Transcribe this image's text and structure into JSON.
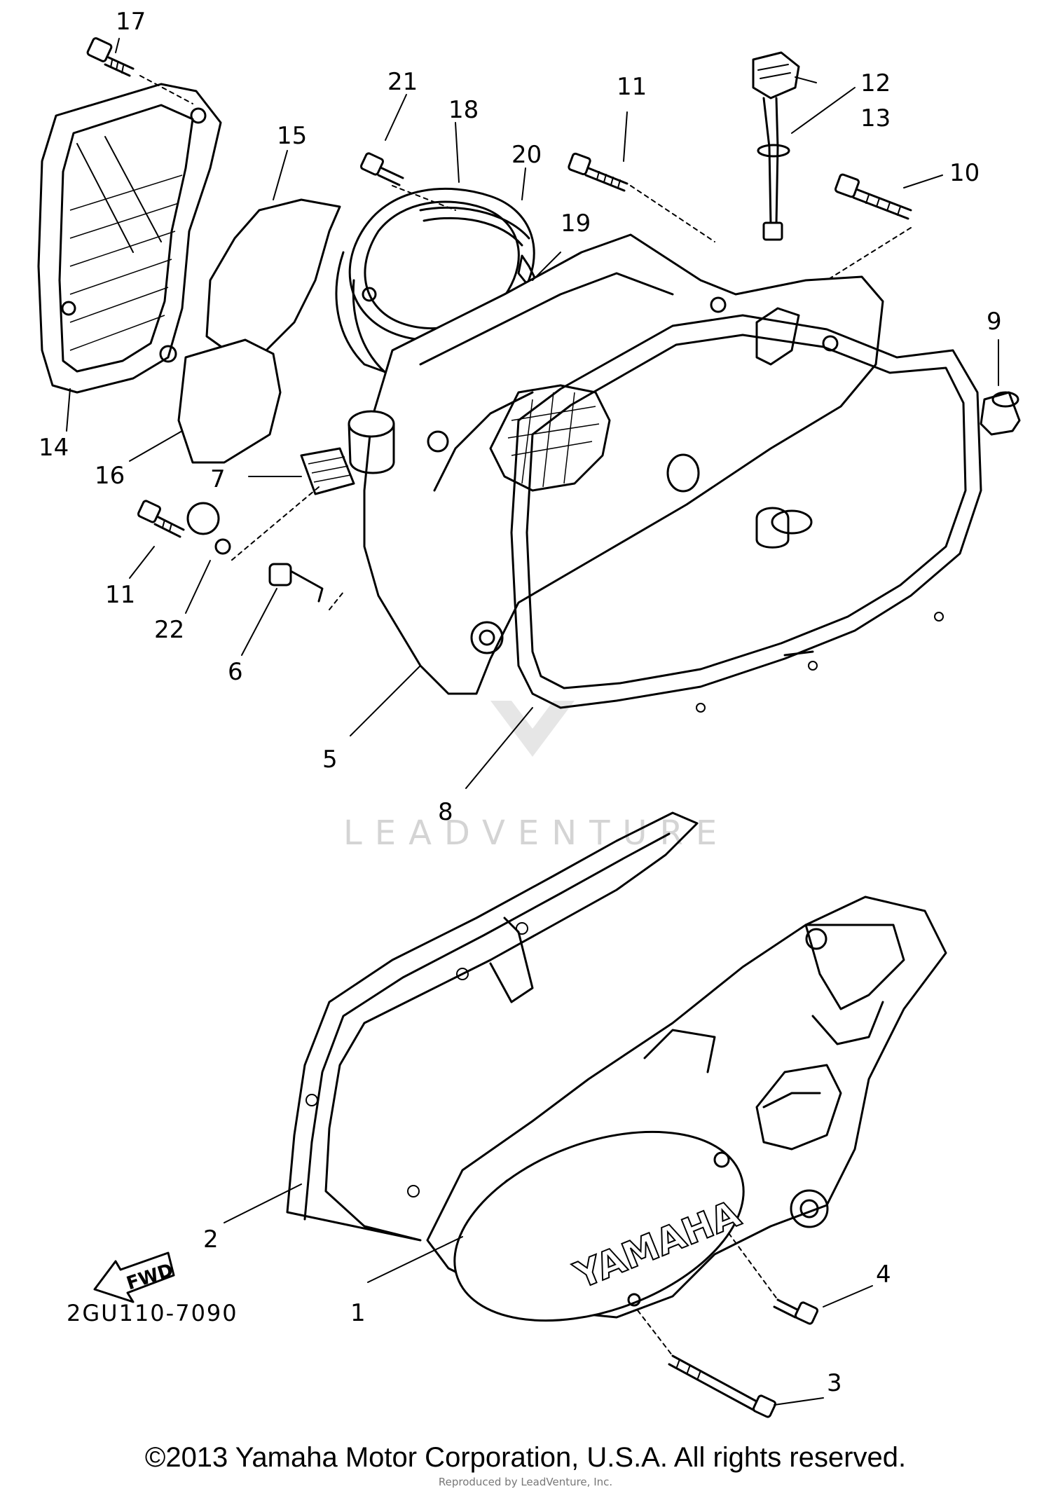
{
  "diagram": {
    "part_labels": [
      "1",
      "2",
      "3",
      "4",
      "5",
      "6",
      "7",
      "8",
      "9",
      "10",
      "11",
      "11",
      "12",
      "13",
      "14",
      "15",
      "16",
      "17",
      "18",
      "19",
      "20",
      "21",
      "22"
    ],
    "drawing_code": "2GU110-7090",
    "fwd_arrow_text": "FWD",
    "cover_logo_text": "YAMAHA",
    "watermark": "LEADVENTURE",
    "copyright": "©2013 Yamaha Motor Corporation, U.S.A. All rights reserved.",
    "reproduced_by": "Reproduced by LeadVenture, Inc."
  }
}
